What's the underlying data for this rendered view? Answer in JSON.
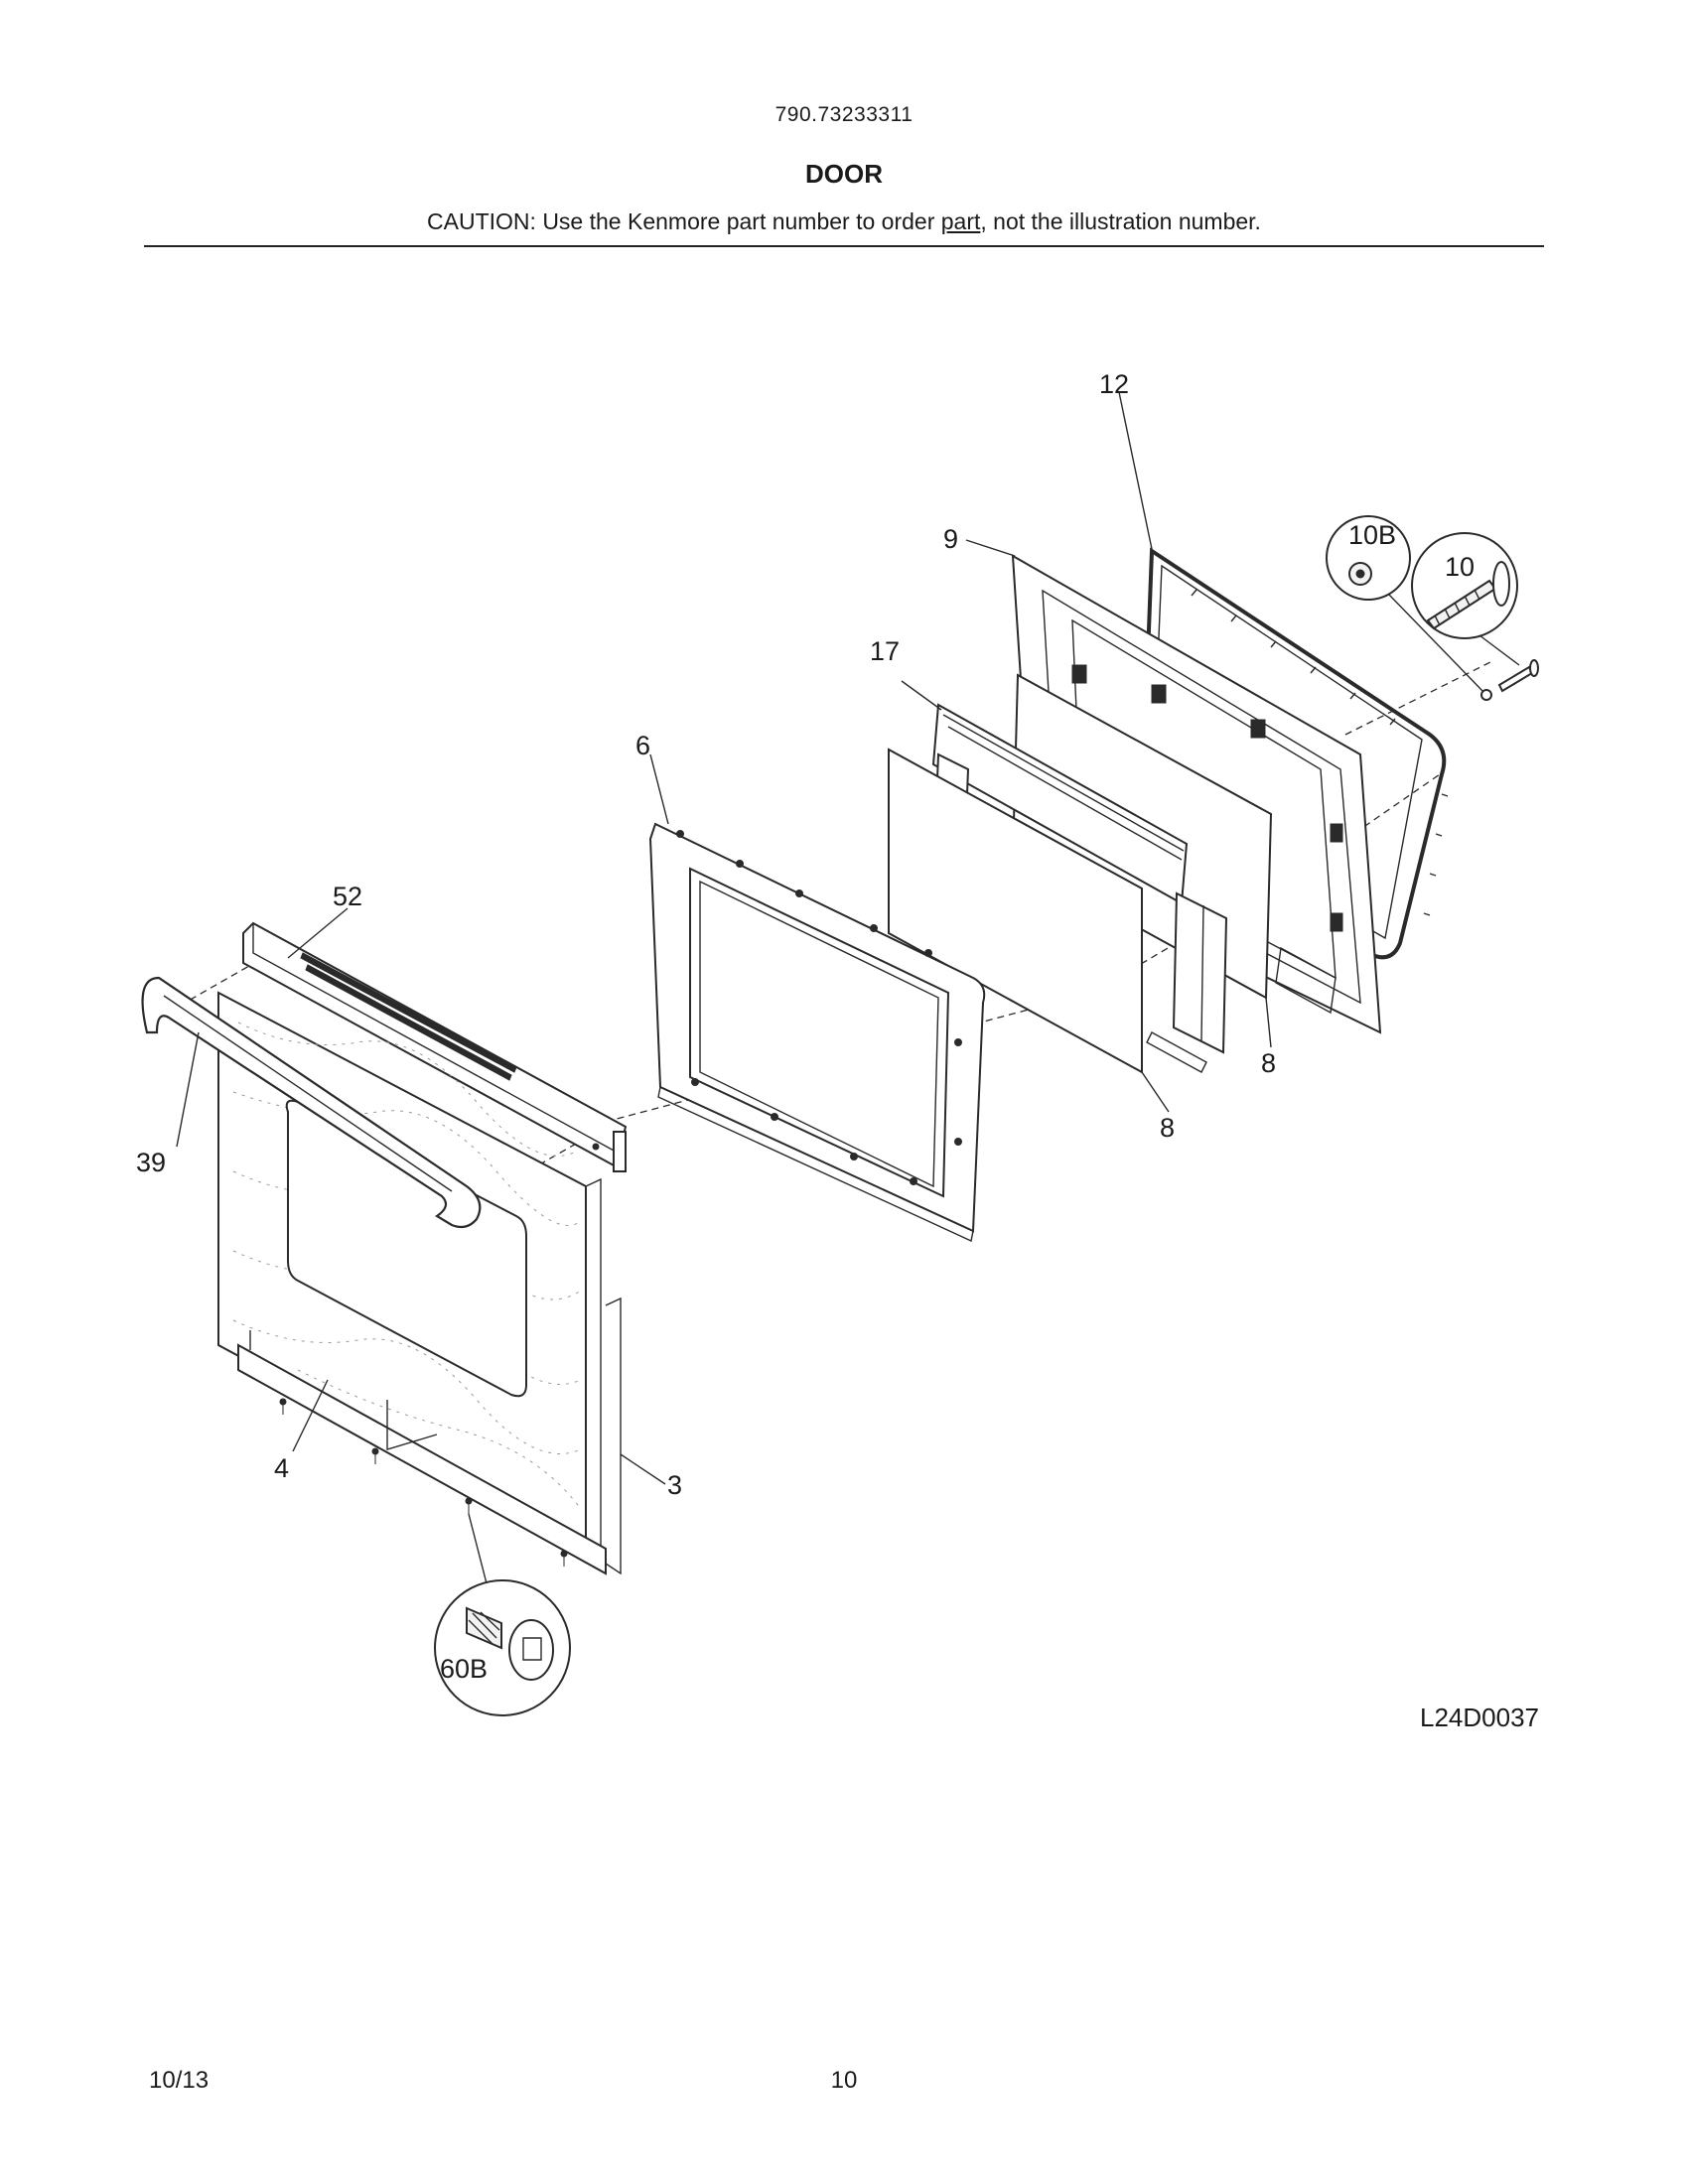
{
  "header": {
    "model_number": "790.73233311",
    "section_title": "DOOR",
    "caution_before": "CAUTION: Use the Kenmore part number to order ",
    "caution_underlined": "part",
    "caution_after": ", not the illustration number."
  },
  "diagram": {
    "drawing_code": "L24D0037",
    "callouts": {
      "c12": "12",
      "c9": "9",
      "c10b": "10B",
      "c10": "10",
      "c17": "17",
      "c6": "6",
      "c52": "52",
      "c39": "39",
      "c8a": "8",
      "c8b": "8",
      "c4": "4",
      "c3": "3",
      "c60b": "60B"
    }
  },
  "footer": {
    "date": "10/13",
    "page_number": "10"
  }
}
